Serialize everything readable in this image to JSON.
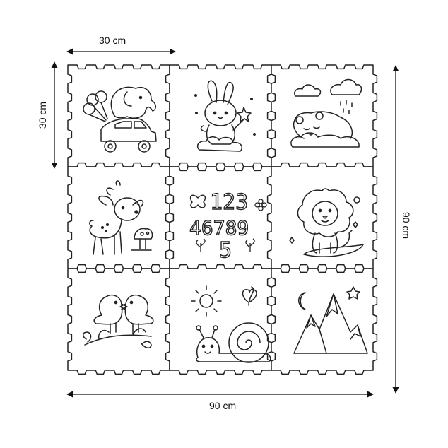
{
  "dimensions": {
    "top": "30 cm",
    "left": "30 cm",
    "bottom": "90 cm",
    "right": "90 cm"
  },
  "tiles": [
    {
      "row": 0,
      "col": 0,
      "subject": "elephant-car-balloons"
    },
    {
      "row": 0,
      "col": 1,
      "subject": "bunny-wand"
    },
    {
      "row": 0,
      "col": 2,
      "subject": "sleeping-bear-clouds"
    },
    {
      "row": 1,
      "col": 0,
      "subject": "deer-mushroom"
    },
    {
      "row": 1,
      "col": 1,
      "subject": "numbers"
    },
    {
      "row": 1,
      "col": 2,
      "subject": "lion"
    },
    {
      "row": 2,
      "col": 0,
      "subject": "birds-branch"
    },
    {
      "row": 2,
      "col": 1,
      "subject": "snail-sun-heart"
    },
    {
      "row": 2,
      "col": 2,
      "subject": "mountains-moon"
    }
  ],
  "numbers": {
    "row1": "123",
    "row2": "46789",
    "row3": "5"
  },
  "colors": {
    "line": "#222222",
    "background": "#ffffff"
  }
}
